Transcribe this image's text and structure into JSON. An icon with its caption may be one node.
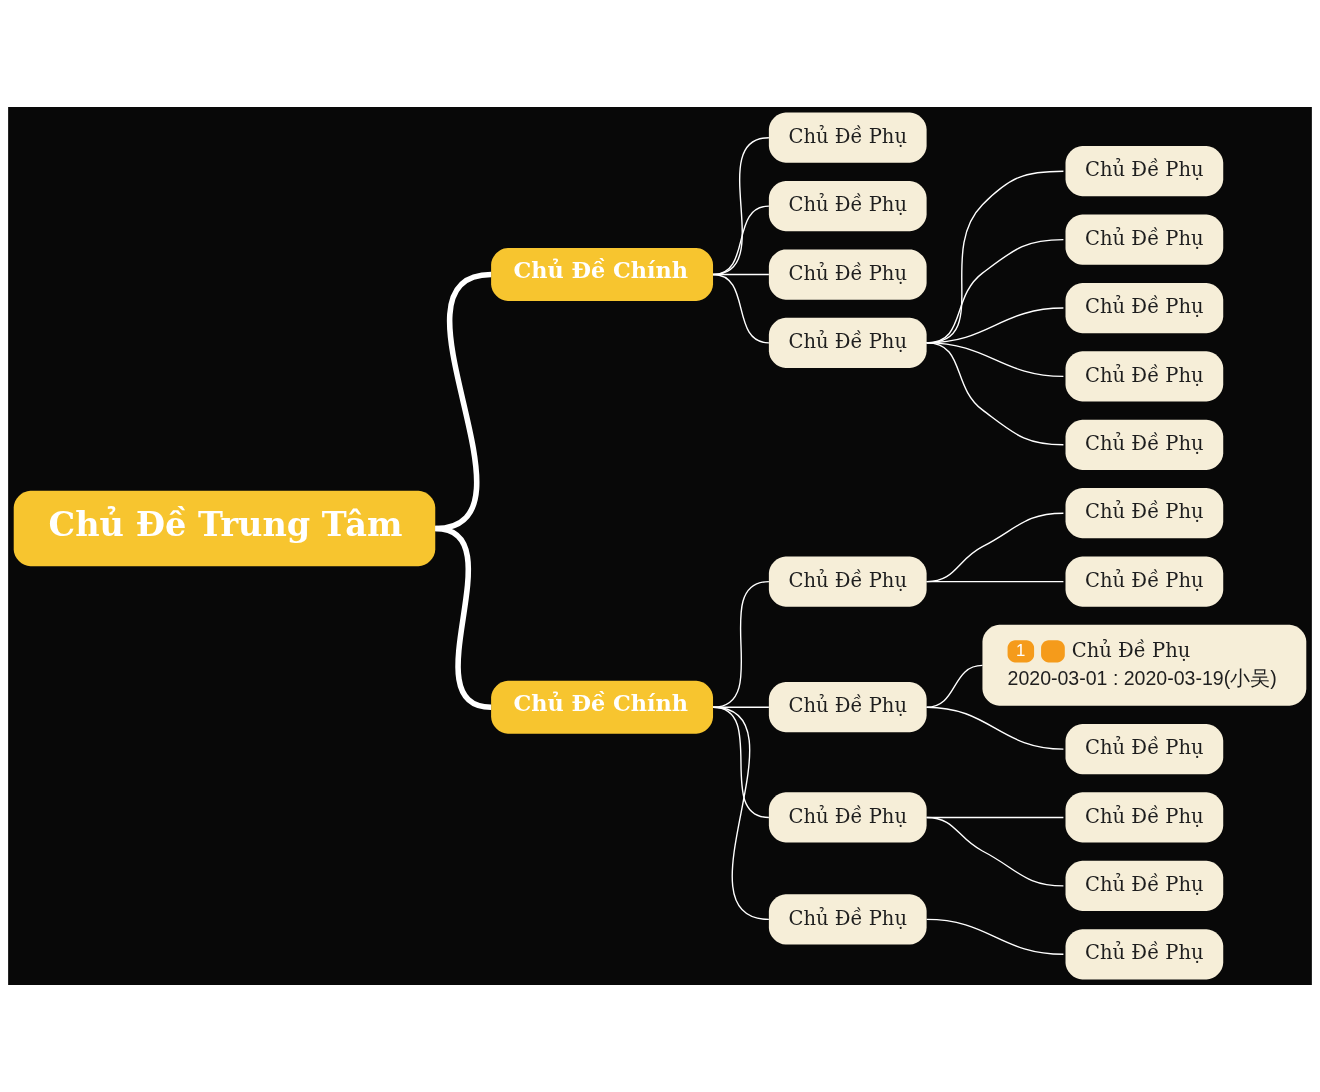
{
  "diagram": {
    "nodes": [
      {
        "text": [
          "Chủ Đề Trung Tâm"
        ]
      },
      {
        "text": [
          "Chủ Đề Chính"
        ]
      },
      {
        "text": [
          "Chủ Đề Phụ"
        ]
      },
      {
        "text": [
          "Chủ Đề Phụ"
        ]
      },
      {
        "text": [
          "Chủ Đề Phụ"
        ]
      },
      {
        "text": [
          "Chủ Đề Phụ"
        ]
      },
      {
        "text": [
          "Chủ Đề Phụ"
        ]
      },
      {
        "text": [
          "Chủ Đề Phụ"
        ]
      },
      {
        "text": [
          "Chủ Đề Phụ"
        ]
      },
      {
        "text": [
          "Chủ Đề Phụ"
        ]
      },
      {
        "text": [
          "Chủ Đề Phụ"
        ]
      },
      {
        "text": [
          "Chủ Đề Chính"
        ]
      },
      {
        "text": [
          "Chủ Đề Phụ"
        ]
      },
      {
        "text": [
          "Chủ Đề Phụ"
        ]
      },
      {
        "text": [
          "Chủ Đề Phụ"
        ]
      },
      {
        "text": [
          "Chủ Đề Phụ"
        ]
      },
      {
        "text": [
          "1",
          "Chủ Đề Phụ",
          "2020-03-01 : 2020-03-19(小吴)"
        ]
      },
      {
        "text": [
          "Chủ Đề Phụ"
        ]
      },
      {
        "text": [
          "Chủ Đề Phụ"
        ]
      },
      {
        "text": [
          "Chủ Đề Phụ"
        ]
      },
      {
        "text": [
          "Chủ Đề Phụ"
        ]
      },
      {
        "text": [
          "Chủ Đề Phụ"
        ]
      },
      {
        "text": [
          "Chủ Đề Phụ"
        ]
      }
    ],
    "edges": [
      {
        "from": 0,
        "to": 1,
        "arrow": "none",
        "style": "thick"
      },
      {
        "from": 0,
        "to": 11,
        "arrow": "none",
        "style": "thick"
      },
      {
        "from": 1,
        "to": 2,
        "arrow": "none"
      },
      {
        "from": 1,
        "to": 3,
        "arrow": "none"
      },
      {
        "from": 1,
        "to": 4,
        "arrow": "none"
      },
      {
        "from": 1,
        "to": 5,
        "arrow": "none"
      },
      {
        "from": 5,
        "to": 6,
        "arrow": "none"
      },
      {
        "from": 5,
        "to": 7,
        "arrow": "none"
      },
      {
        "from": 5,
        "to": 8,
        "arrow": "none"
      },
      {
        "from": 5,
        "to": 9,
        "arrow": "none"
      },
      {
        "from": 5,
        "to": 10,
        "arrow": "none"
      },
      {
        "from": 11,
        "to": 12,
        "arrow": "none"
      },
      {
        "from": 11,
        "to": 15,
        "arrow": "none"
      },
      {
        "from": 11,
        "to": 18,
        "arrow": "none"
      },
      {
        "from": 11,
        "to": 21,
        "arrow": "none"
      },
      {
        "from": 12,
        "to": 13,
        "arrow": "none"
      },
      {
        "from": 12,
        "to": 14,
        "arrow": "none"
      },
      {
        "from": 15,
        "to": 16,
        "arrow": "none"
      },
      {
        "from": 15,
        "to": 17,
        "arrow": "none"
      },
      {
        "from": 18,
        "to": 19,
        "arrow": "none"
      },
      {
        "from": 18,
        "to": 20,
        "arrow": "none"
      },
      {
        "from": 21,
        "to": 22,
        "arrow": "none"
      }
    ]
  }
}
